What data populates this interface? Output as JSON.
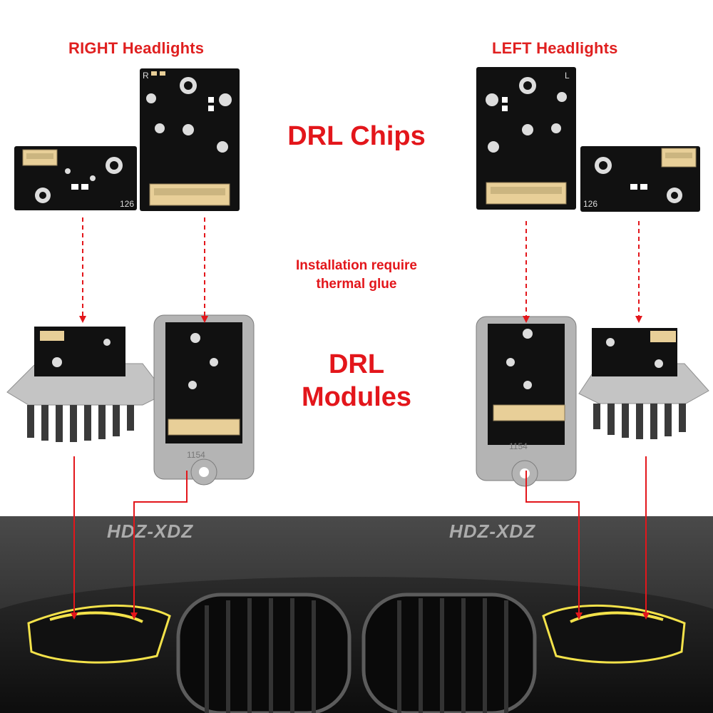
{
  "headings": {
    "right": "RIGHT Headlights",
    "left": "LEFT Headlights"
  },
  "center": {
    "chips": "DRL Chips",
    "note_line1": "Installation require",
    "note_line2": "thermal glue",
    "modules_line1": "DRL",
    "modules_line2": "Modules"
  },
  "watermark": "HDZ-XDZ",
  "board_marks": {
    "right_side": "R",
    "left_side": "L",
    "chip_number": "126",
    "module_code": "1154"
  },
  "colors": {
    "accent_red": "#e3161b",
    "pcb_black": "#111111",
    "connector": "#e8cf98",
    "housing_silver": "#a9a9a9",
    "drl_yellow": "#f3e24a"
  }
}
